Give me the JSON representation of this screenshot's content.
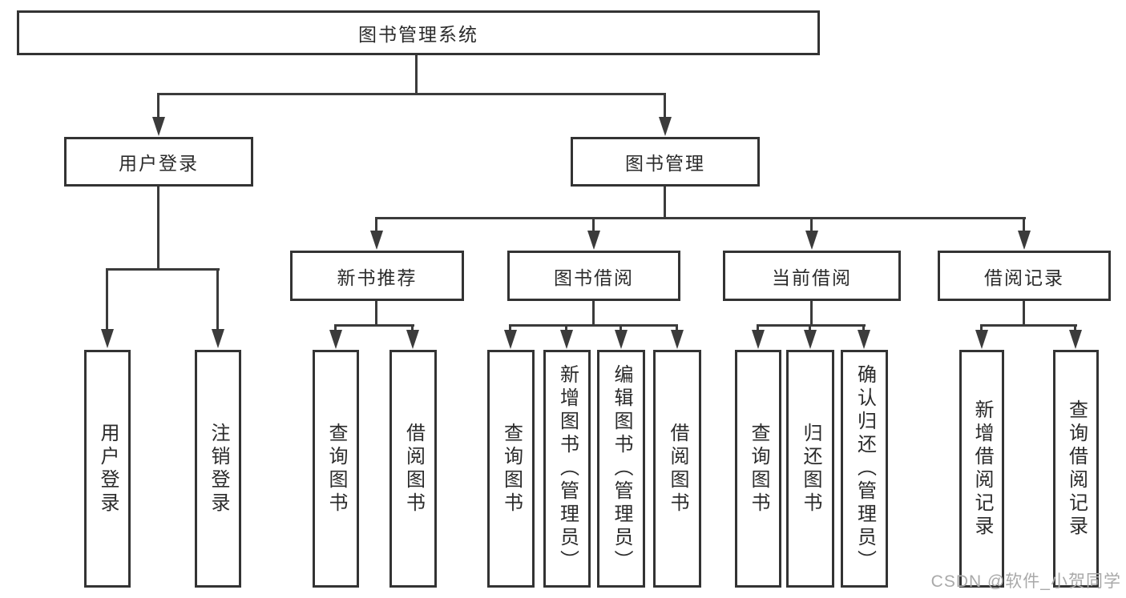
{
  "diagram": {
    "type": "hierarchy-chart",
    "colors": {
      "line": "#3b3b3b",
      "box_border": "#333333",
      "box_fill": "#ffffff",
      "text": "#2b2b2b",
      "watermark": "#a9a9a9"
    }
  },
  "nodes": {
    "root": {
      "label": "图书管理系统"
    },
    "user_login": {
      "label": "用户登录"
    },
    "book_mgmt": {
      "label": "图书管理"
    },
    "new_book": {
      "label": "新书推荐"
    },
    "book_borrow": {
      "label": "图书借阅"
    },
    "current_borrow": {
      "label": "当前借阅"
    },
    "borrow_record": {
      "label": "借阅记录"
    },
    "ul_login": {
      "label": "用户登录"
    },
    "ul_logout": {
      "label": "注销登录"
    },
    "nb_query": {
      "label": "查询图书"
    },
    "nb_borrow": {
      "label": "借阅图书"
    },
    "bb_query": {
      "label": "查询图书"
    },
    "bb_add": {
      "label": "新增图书（管理员）"
    },
    "bb_edit": {
      "label": "编辑图书（管理员）"
    },
    "bb_borrow": {
      "label": "借阅图书"
    },
    "cb_query": {
      "label": "查询图书"
    },
    "cb_return": {
      "label": "归还图书"
    },
    "cb_confirm": {
      "label": "确认归还（管理员）"
    },
    "br_add": {
      "label": "新增借阅记录"
    },
    "br_query": {
      "label": "查询借阅记录"
    }
  },
  "watermark": {
    "text": "CSDN @软件_小贺同学"
  }
}
